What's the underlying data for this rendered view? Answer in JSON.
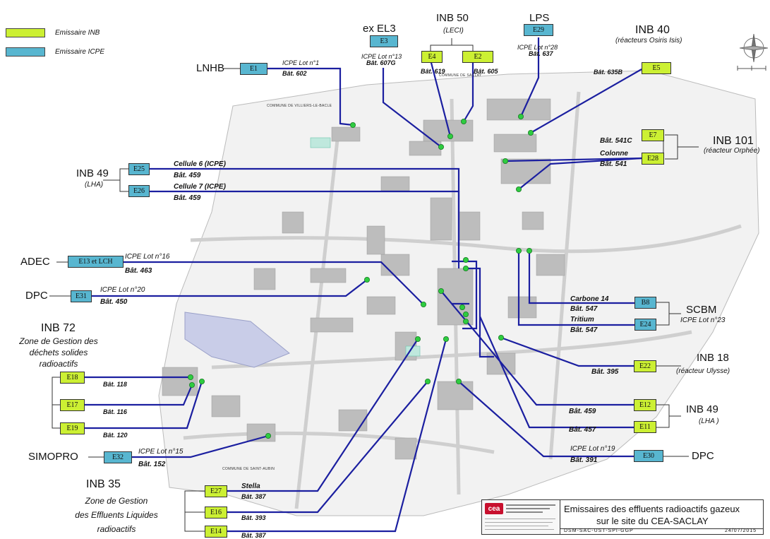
{
  "colors": {
    "inb": "#ccf033",
    "icpe": "#58b6d0",
    "line": "#1b1fa0",
    "dot": "#2ecc40"
  },
  "legend": {
    "inb": "Emissaire INB",
    "icpe": "Emissaire ICPE"
  },
  "groups": {
    "lnhb": "LNHB",
    "exel3": "ex EL3",
    "inb50": "INB 50",
    "inb50_sub": "(LECI)",
    "lps": "LPS",
    "inb40": "INB 40",
    "inb40_sub": "(réacteurs Osiris Isis)",
    "inb101": "INB 101",
    "inb101_sub": "(réacteur Orphée)",
    "inb49a": "INB 49",
    "inb49a_sub": "(LHA)",
    "adec": "ADEC",
    "dpc_left": "DPC",
    "scbm": "SCBM",
    "scbm_sub": "ICPE Lot n°23",
    "inb72": "INB 72",
    "inb72_zone": [
      "Zone de Gestion des",
      "déchets solides",
      "radioactifs"
    ],
    "inb18": "INB 18",
    "inb18_sub": "(réacteur Ulysse)",
    "inb49b": "INB 49",
    "inb49b_sub": "(LHA )",
    "simopro": "SIMOPRO",
    "dpc_right": "DPC",
    "inb35": "INB 35",
    "inb35_zone": [
      "Zone de Gestion",
      "des Effluents Liquides",
      "radioactifs"
    ]
  },
  "emissaires": {
    "E1": "E1",
    "E3": "E3",
    "E4": "E4",
    "E2": "E2",
    "E29": "E29",
    "E5": "E5",
    "E7": "E7",
    "E28": "E28",
    "E25": "E25",
    "E26": "E26",
    "E13": "E13 et LCH",
    "E31": "E31",
    "B8": "B8",
    "E24": "E24",
    "E18": "E18",
    "E17": "E17",
    "E19": "E19",
    "E22": "E22",
    "E12": "E12",
    "E11": "E11",
    "E32": "E32",
    "E30": "E30",
    "E27": "E27",
    "E16": "E16",
    "E14": "E14"
  },
  "notes": {
    "e1_lot": "ICPE Lot n°1",
    "e1_bat": "Bât. 602",
    "e3_lot": "ICPE Lot n°13",
    "e3_bat": "Bât. 607G",
    "e4_bat": "Bât. 619",
    "e2_bat": "Bât. 605",
    "e29_lot": "ICPE Lot n°28",
    "e29_bat": "Bât. 637",
    "e5_bat": "Bât. 635B",
    "e7_bat": "Bât. 541C",
    "e28_name": "Colonne",
    "e28_bat": "Bât. 541",
    "e25_name": "Cellule 6 (ICPE)",
    "e25_bat": "Bât. 459",
    "e26_name": "Cellule 7 (ICPE)",
    "e26_bat": "Bât. 459",
    "e13_lot": "ICPE Lot n°16",
    "e13_bat": "Bât. 463",
    "e31_lot": "ICPE Lot n°20",
    "e31_bat": "Bât. 450",
    "b8_name": "Carbone 14",
    "b8_bat": "Bât. 547",
    "e24_name": "Tritium",
    "e24_bat": "Bât. 547",
    "e18_bat": "Bât. 118",
    "e17_bat": "Bât. 116",
    "e19_bat": "Bât. 120",
    "e22_bat": "Bât. 395",
    "e12_bat": "Bât. 459",
    "e11_bat": "Bât. 457",
    "e32_lot": "ICPE Lot n°15",
    "e32_bat": "Bât. 152",
    "e30_lot": "ICPE Lot n°19",
    "e30_bat": "Bât. 391",
    "e27_name": "Stella",
    "e27_bat": "Bât. 387",
    "e16_bat": "Bât. 393",
    "e14_bat": "Bât. 387"
  },
  "communes": {
    "saclay": "COMMUNE DE SACLAY",
    "villiers": "COMMUNE DE VILLIERS-LE-BACLE",
    "aubin": "COMMUNE DE SAINT-AUBIN"
  },
  "cartouche": {
    "logo": "cea",
    "title_line1": "Emissaires des effluents radioactifs gazeux",
    "title_line2": "sur le site du CEA-SACLAY",
    "ref": "DSM-SAC-UST-SPI-GGP",
    "date": "24/07/2015"
  }
}
